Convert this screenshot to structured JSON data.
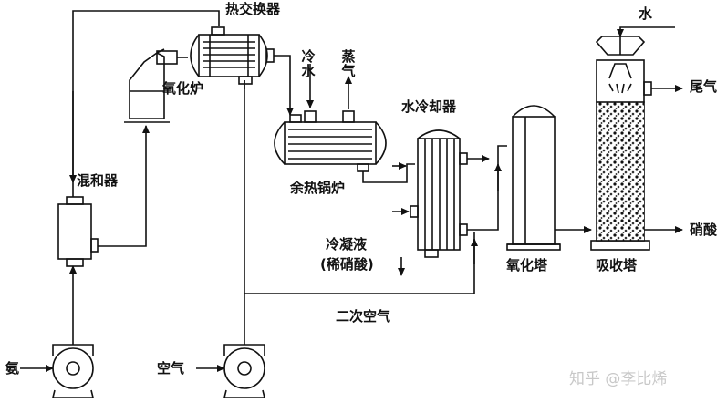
{
  "labels": {
    "heat_exchanger": "热交换器",
    "oxidation_furnace": "氧化炉",
    "cold_water_1": "冷水",
    "steam": "蒸气",
    "water_cooler": "水冷却器",
    "water_top": "水",
    "tail_gas": "尾气",
    "mixer": "混和器",
    "waste_heat_boiler": "余热锅炉",
    "condensate": "冷凝液",
    "dilute_nitric": "(稀硝酸)",
    "oxidation_tower": "氧化塔",
    "absorption_tower": "吸收塔",
    "nitric_acid": "硝酸",
    "secondary_air": "二次空气",
    "ammonia": "氨",
    "air": "空气"
  },
  "watermark": "知乎 @李比烯",
  "colors": {
    "line": "#111111",
    "background": "#ffffff",
    "watermark": "#c8c8c8"
  }
}
